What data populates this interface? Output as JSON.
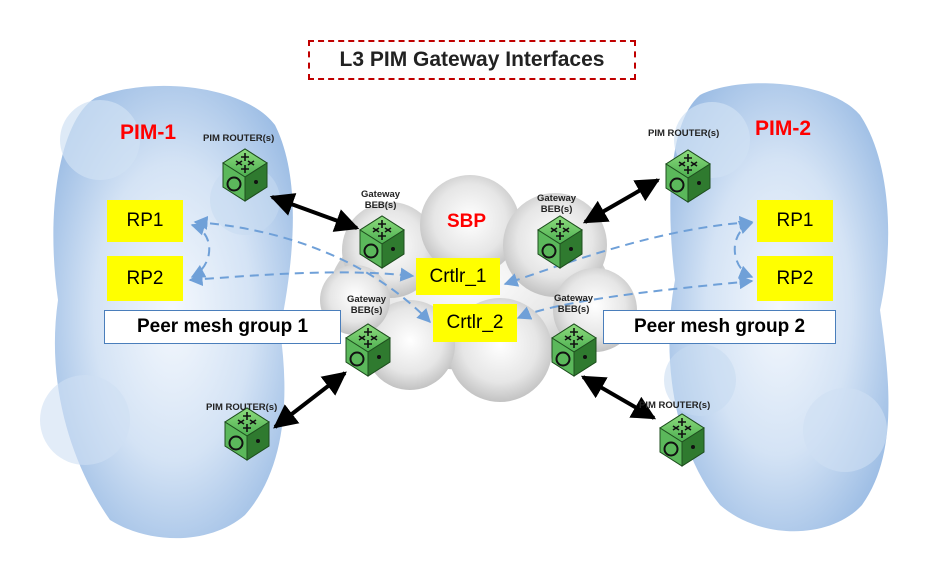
{
  "title": "L3 PIM Gateway Interfaces",
  "domains": {
    "left": {
      "name": "PIM-1",
      "rp1": "RP1",
      "rp2": "RP2",
      "mesh": "Peer mesh group 1"
    },
    "right": {
      "name": "PIM-2",
      "rp1": "RP1",
      "rp2": "RP2",
      "mesh": "Peer mesh group 2"
    }
  },
  "sbp": {
    "name": "SBP",
    "controllers": [
      "Crtlr_1",
      "Crtlr_2"
    ]
  },
  "labels": {
    "pim_router": "PIM ROUTER(s)",
    "gateway_line1": "Gateway",
    "gateway_line2": "BEB(s)"
  },
  "colors": {
    "domain_label": "#ff0000",
    "box_fill": "#ffff00",
    "switch_fill": "#4caf50",
    "dashed_link": "#6fa0d8",
    "title_border": "#c00000",
    "mesh_border": "#4a7ebb"
  }
}
